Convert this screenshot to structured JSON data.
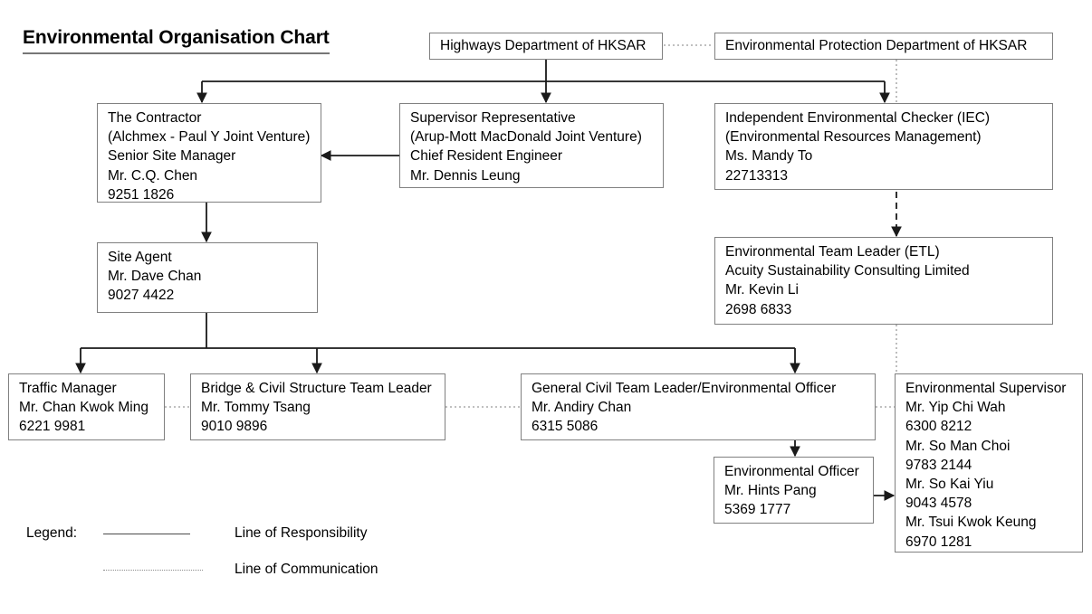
{
  "title": "Environmental Organisation Chart",
  "nodes": {
    "highways": {
      "lines": [
        "Highways Department of HKSAR"
      ]
    },
    "epd": {
      "lines": [
        "Environmental Protection Department of HKSAR"
      ]
    },
    "contractor": {
      "lines": [
        "The Contractor",
        "(Alchmex - Paul Y Joint Venture)",
        "Senior Site Manager",
        "Mr. C.Q. Chen",
        "9251 1826"
      ]
    },
    "supervisor_rep": {
      "lines": [
        "Supervisor Representative",
        "(Arup-Mott MacDonald Joint Venture)",
        "Chief Resident Engineer",
        "Mr. Dennis Leung"
      ]
    },
    "iec": {
      "lines": [
        "Independent Environmental Checker (IEC)",
        "(Environmental Resources Management)",
        "Ms. Mandy To",
        "22713313"
      ]
    },
    "site_agent": {
      "lines": [
        "Site Agent",
        "Mr. Dave Chan",
        "9027 4422"
      ]
    },
    "etl": {
      "lines": [
        "Environmental Team Leader (ETL)",
        "Acuity Sustainability Consulting Limited",
        "Mr. Kevin Li",
        "2698 6833"
      ]
    },
    "traffic_manager": {
      "lines": [
        "Traffic Manager",
        "Mr. Chan Kwok Ming",
        "6221 9981"
      ]
    },
    "bridge_civil": {
      "lines": [
        "Bridge & Civil Structure Team Leader",
        "Mr. Tommy Tsang",
        "9010 9896"
      ]
    },
    "general_civil": {
      "lines": [
        "General Civil Team Leader/Environmental Officer",
        "Mr. Andiry Chan",
        "6315 5086"
      ]
    },
    "env_officer": {
      "lines": [
        "Environmental Officer",
        "Mr. Hints Pang",
        "5369 1777"
      ]
    },
    "env_supervisor": {
      "lines": [
        "Environmental Supervisor",
        "Mr. Yip Chi Wah",
        "6300 8212",
        "Mr. So Man Choi",
        "9783 2144",
        "Mr. So Kai Yiu",
        "9043 4578",
        "Mr. Tsui Kwok Keung",
        "6970 1281"
      ]
    }
  },
  "legend": {
    "label": "Legend:",
    "responsibility": "Line of Responsibility",
    "communication": "Line of Communication"
  },
  "colors": {
    "box_border": "#808080",
    "solid_line": "#1a1a1a",
    "dotted_line": "#9a9a9a",
    "text": "#000000",
    "title_rule": "#767676"
  }
}
